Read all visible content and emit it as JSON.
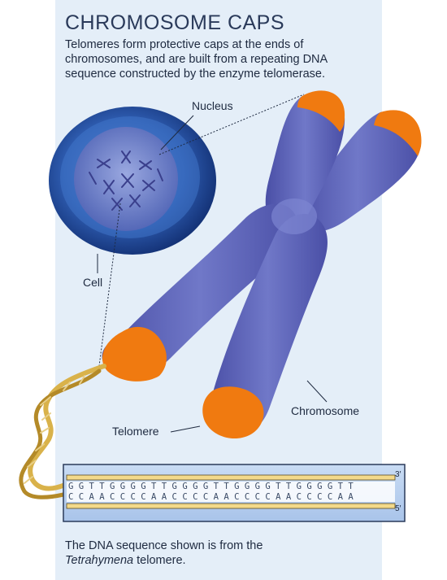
{
  "header": {
    "title": "CHROMOSOME CAPS",
    "intro": "Telomeres form protective caps at the ends of chromosomes, and are built from a repeating DNA sequence constructed by the enzyme telomerase."
  },
  "labels": {
    "nucleus": "Nucleus",
    "cell": "Cell",
    "chromosome": "Chromosome",
    "telomere": "Telomere"
  },
  "dna": {
    "top_strand": "G G T T G G G G T T G G G G T T G G G G T T G G G G T T",
    "bottom_strand": "C C A A C C C C A A C C C C A A C C C C A A C C C C A A",
    "end_3": "3′",
    "end_5": "5′"
  },
  "caption": {
    "line1": "The DNA sequence shown is from the",
    "organism": "Tetrahymena",
    "line2_rest": " telomere."
  },
  "colors": {
    "panel": "#e4eef8",
    "chromatid": "#5a5fb0",
    "telomere_cap": "#f07a10",
    "dna_gold": "#d9b24a",
    "cell_outer": "#1f3f8a",
    "nucleus": "#6c7cc4"
  }
}
